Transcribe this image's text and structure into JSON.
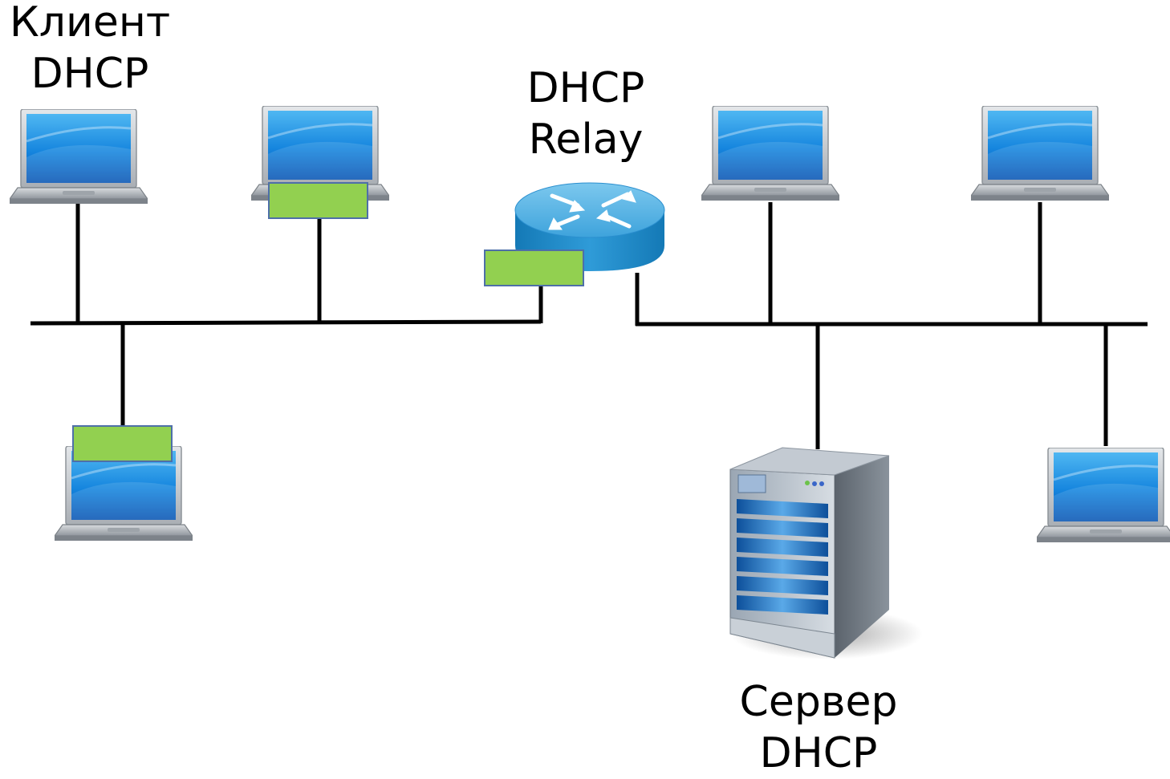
{
  "labels": {
    "client": {
      "line1": "Клиент",
      "line2": "DHCP"
    },
    "relay": {
      "line1": "DHCP",
      "line2": "Relay"
    },
    "server": {
      "line1": "Сервер",
      "line2": "DHCP"
    }
  },
  "colors": {
    "line": "#000000",
    "packet_fill": "#92d050",
    "packet_stroke": "#4e6fa8",
    "screen_top": "#1f8fe0",
    "screen_bottom": "#0a5fbf",
    "router_top": "#5ab4e6",
    "router_side": "#1c86c6",
    "laptop_body": "#c7cbd0",
    "server_body": "#7f8994",
    "server_front": "#b9c3cf"
  },
  "icons": [
    "laptop-icon",
    "router-icon",
    "server-icon",
    "packet-icon"
  ]
}
